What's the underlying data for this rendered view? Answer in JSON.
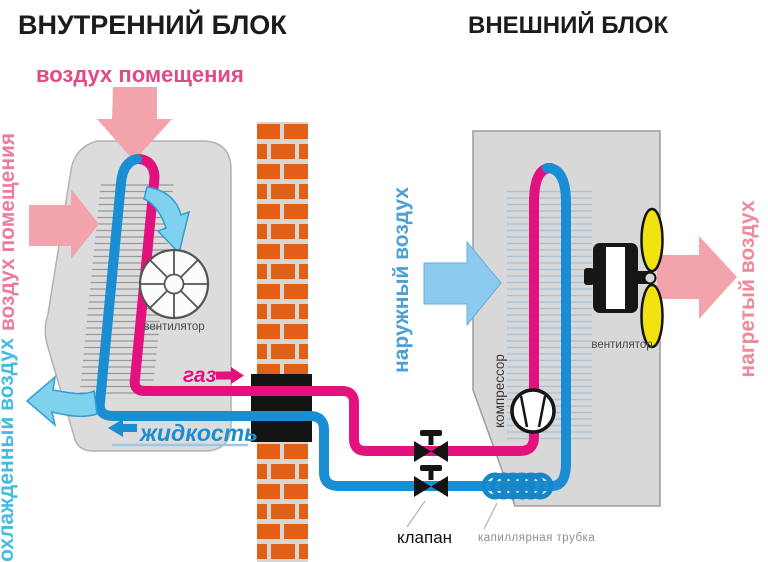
{
  "diagram": {
    "indoor_title": "ВНУТРЕННИЙ БЛОК",
    "outdoor_title": "ВНЕШНИЙ БЛОК",
    "labels": {
      "room_air_top": "воздух помещения",
      "room_air_side": "воздух помещения",
      "cooled_air": "охлажденный воздух",
      "outside_air": "наружный воздух",
      "heated_air": "нагретый воздух",
      "indoor_fan": "вентилятор",
      "outdoor_fan": "вентилятор",
      "gas": "газ",
      "liquid": "жидкость",
      "compressor": "компрессор",
      "valve": "клапан",
      "capillary_tube": "капиллярная трубка"
    },
    "colors": {
      "gas_pipe": "#e2117d",
      "liquid_pipe": "#1b8ed3",
      "warm_air_arrow": "#f2a3ab",
      "cool_air_arrow": "#7fd2ee",
      "outside_air_arrow": "#8cc9ee",
      "brick": "#e25f17",
      "unit_body": "#dcdcdc",
      "fan_blade": "#f2e210"
    }
  }
}
